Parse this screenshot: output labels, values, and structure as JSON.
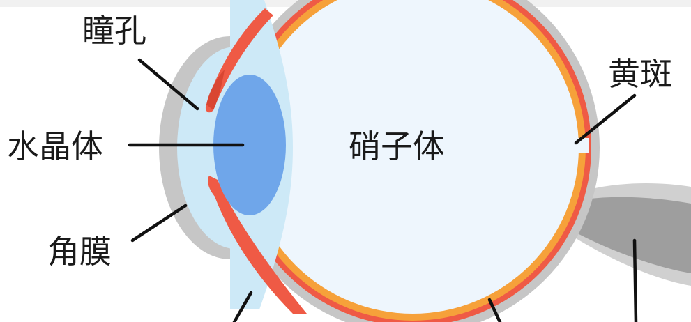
{
  "labels": {
    "pupil": "瞳孔",
    "lens": "水晶体",
    "vitreous": "硝子体",
    "macula": "黄斑",
    "cornea": "角膜"
  },
  "colors": {
    "background": "#ffffff",
    "sclera_gray": "#c6c6c6",
    "iris_red": "#ef5a45",
    "choroid_orange": "#f6a13a",
    "vitreous_fill": "#eef6fd",
    "aqueous_fill": "#cde9f7",
    "lens_blue": "#6fa6ea",
    "optic_nerve_gray": "#9e9e9e",
    "label_text": "#1a1a1a",
    "leader_line": "#111111"
  }
}
